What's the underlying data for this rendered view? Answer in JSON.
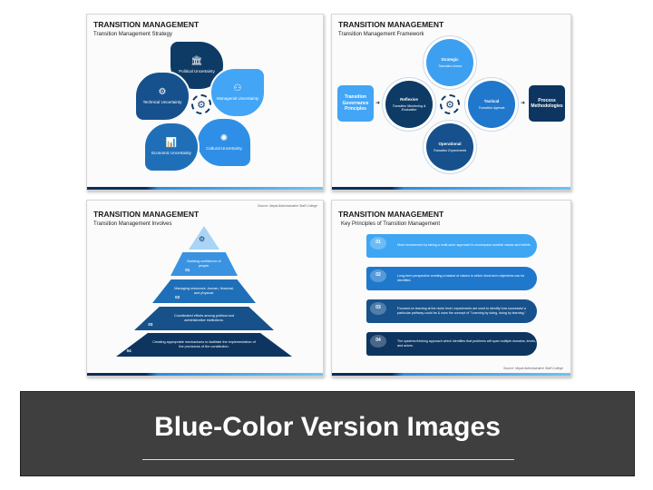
{
  "slides": [
    {
      "title": "TRANSITION MANAGEMENT",
      "subtitle": "Transition Management Strategy",
      "petals": [
        {
          "label": "Political Uncertainty",
          "icon": "government-building-icon",
          "color": "#0d3b66"
        },
        {
          "label": "Managerial Uncertainty",
          "icon": "network-person-icon",
          "color": "#42a5f5"
        },
        {
          "label": "Cultural Uncertainty",
          "icon": "people-circle-icon",
          "color": "#2f8fe6"
        },
        {
          "label": "Economic Uncertainty",
          "icon": "chart-icon",
          "color": "#1f6fb8"
        },
        {
          "label": "Technical Uncertainty",
          "icon": "wrench-gear-icon",
          "color": "#16518e"
        }
      ]
    },
    {
      "title": "TRANSITION MANAGEMENT",
      "subtitle": "Transition Management Framework",
      "left_box": "Transition Governance Principles",
      "right_box": "Process Methodologies",
      "circles": [
        {
          "title": "Strategic",
          "text": "Transition Arena",
          "color": "#3d9ff0"
        },
        {
          "title": "Reflexive",
          "text": "Transition Monitoring & Evaluation",
          "color": "#0d3b66"
        },
        {
          "title": "Tactical",
          "text": "Transition Agenda",
          "color": "#1f78cc"
        },
        {
          "title": "Operational",
          "text": "Transition Experiments",
          "color": "#16518e"
        }
      ]
    },
    {
      "title": "TRANSITION MANAGEMENT",
      "subtitle": "Transition Management Involves",
      "source": "Source: Nepal Administrative Staff College",
      "tiers": [
        {
          "num": "01",
          "text": "Building confidence of people.",
          "color": "#3a93e0"
        },
        {
          "num": "02",
          "text": "Managing resources -human, financial, and physical.",
          "color": "#1f6fb8"
        },
        {
          "num": "03",
          "text": "Coordinated efforts among political and administrative institutions.",
          "color": "#17518a"
        },
        {
          "num": "04",
          "text": "Creating appropriate mechanisms to facilitate the implementation of the provisions of the constitution.",
          "color": "#0d3560"
        }
      ]
    },
    {
      "title": "TRANSITION MANAGEMENT",
      "subtitle": "Key Principles of Transition Management",
      "source": "Source: Nepal Administrative Staff College",
      "items": [
        {
          "num": "01",
          "text": "More involvement by taking a multi-actor approach to encompass societal values and beliefs.",
          "color": "#3ea6f2"
        },
        {
          "num": "02",
          "text": "Long-term perspective creating a basket of visions in which short-term objectives can be identified.",
          "color": "#1f78cc"
        },
        {
          "num": "03",
          "text": "Focused on learning at the niche level, experiments are used to identify how successful a particular pathway could be & uses the concept of \"Learning by doing, doing by learning.\"",
          "color": "#17528c"
        },
        {
          "num": "04",
          "text": "The systems thinking approach which identifies that problems will span multiple domains, levels, and actors.",
          "color": "#0d3560"
        }
      ]
    }
  ],
  "banner": {
    "text": "Blue-Color Version Images"
  }
}
